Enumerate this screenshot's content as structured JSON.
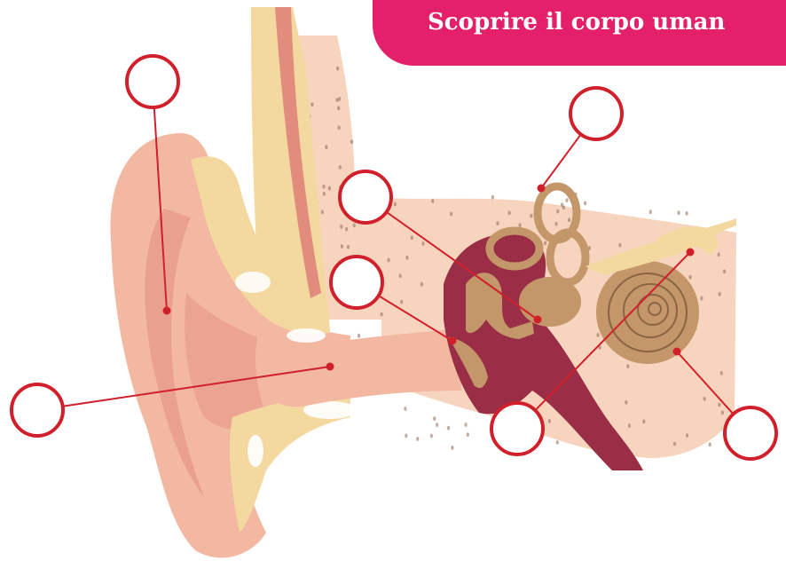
{
  "banner": {
    "title": "Scoprire il corpo uman"
  },
  "colors": {
    "accent": "#e4206b",
    "callout": "#d0202c",
    "skin": "#f2b8a2",
    "skin_dark": "#e28c7e",
    "bone": "#f7d4bd",
    "cartilage": "#f3d9a0",
    "canal_dark": "#9a2e47",
    "inner_ear": "#c39769",
    "bone_dots": "#8a6a5a"
  },
  "callouts": [
    {
      "name": "callout-auricle"
    },
    {
      "name": "callout-semicircular-canals"
    },
    {
      "name": "callout-ossicles"
    },
    {
      "name": "callout-eardrum"
    },
    {
      "name": "callout-ear-canal"
    },
    {
      "name": "callout-eustachian-tube"
    },
    {
      "name": "callout-cochlea"
    }
  ]
}
